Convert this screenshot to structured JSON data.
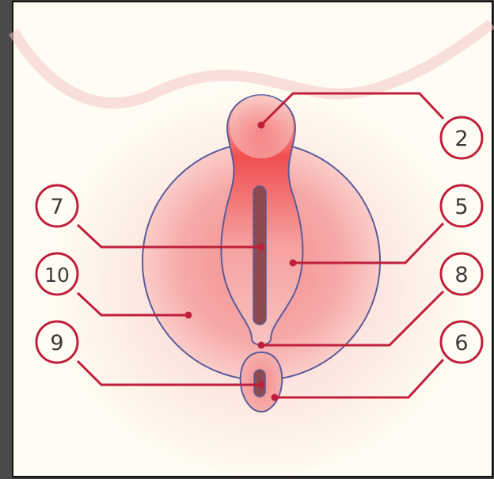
{
  "diagram": {
    "colors": {
      "leader": "#c01f3c",
      "outline": "#5b5b9a",
      "background": "#fffdf3",
      "slit": "#8c4a50",
      "label_ring": "#c01f3c"
    },
    "labels": [
      {
        "id": "2",
        "text": "2"
      },
      {
        "id": "5",
        "text": "5"
      },
      {
        "id": "8",
        "text": "8"
      },
      {
        "id": "6",
        "text": "6"
      },
      {
        "id": "7",
        "text": "7"
      },
      {
        "id": "10",
        "text": "10"
      },
      {
        "id": "9",
        "text": "9"
      }
    ]
  }
}
